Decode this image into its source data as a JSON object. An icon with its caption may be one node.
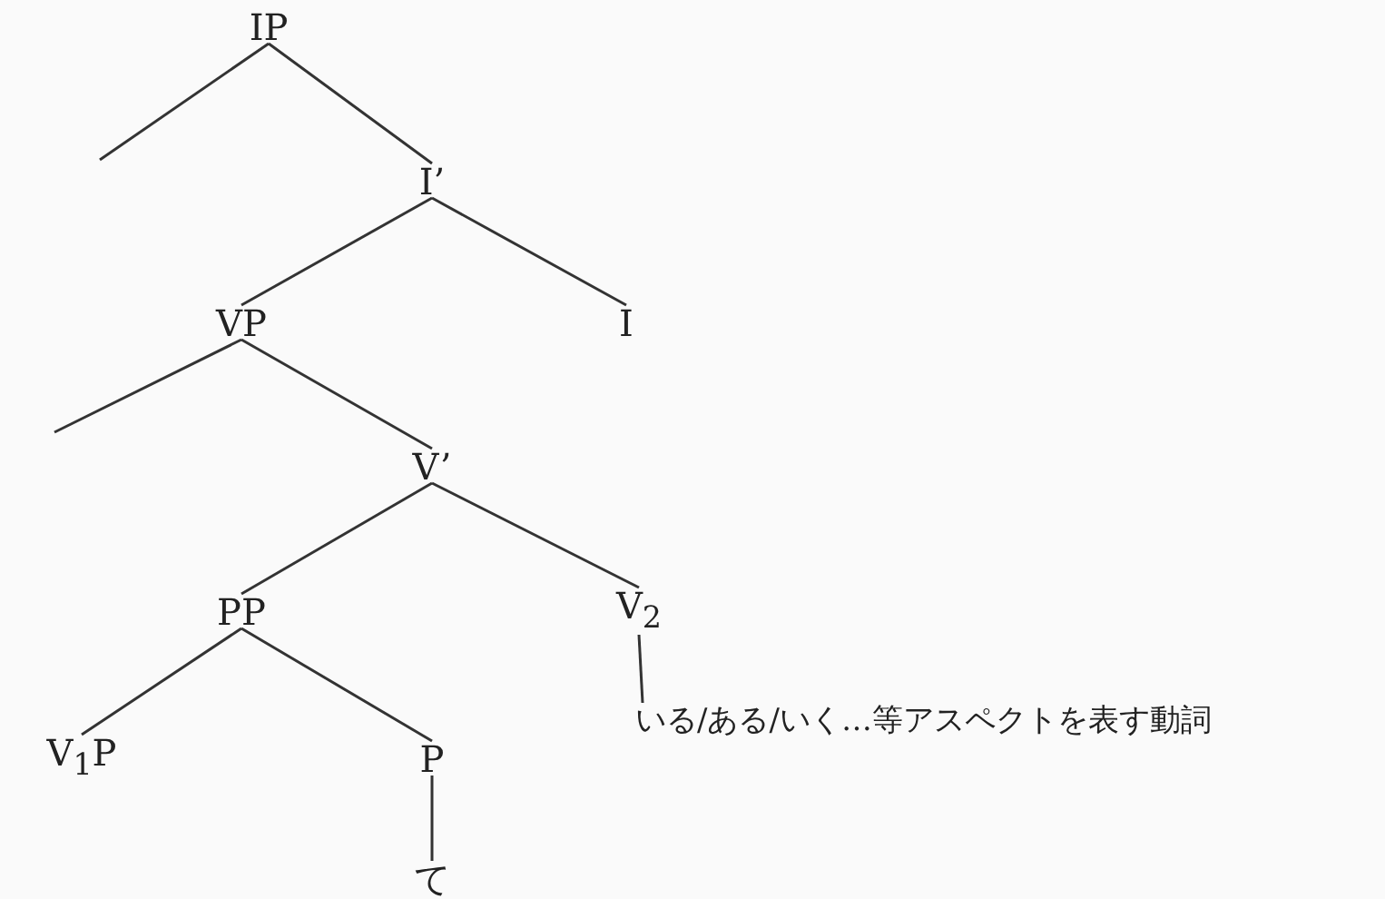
{
  "diagram": {
    "nodes": [
      {
        "text": [
          "IP"
        ]
      },
      {
        "text": [
          "I’"
        ]
      },
      {
        "text": [
          "VP"
        ]
      },
      {
        "text": [
          "I"
        ]
      },
      {
        "text": [
          "V’"
        ]
      },
      {
        "text": [
          "PP"
        ]
      },
      {
        "text": [
          "V$_{2}$"
        ]
      },
      {
        "text": [
          "V$_{1}$P"
        ]
      },
      {
        "text": [
          "P"
        ]
      },
      {
        "text": [
          "て"
        ]
      },
      {
        "text": [
          "いる/ある/いく…等アスペクトを表す動詞"
        ]
      }
    ],
    "edges": [
      {
        "from": 0,
        "to": null,
        "arrow": "none"
      },
      {
        "from": 0,
        "to": 1,
        "arrow": "none"
      },
      {
        "from": 1,
        "to": 2,
        "arrow": "none"
      },
      {
        "from": 1,
        "to": 3,
        "arrow": "none"
      },
      {
        "from": 2,
        "to": null,
        "arrow": "none"
      },
      {
        "from": 2,
        "to": 4,
        "arrow": "none"
      },
      {
        "from": 4,
        "to": 5,
        "arrow": "none"
      },
      {
        "from": 4,
        "to": 6,
        "arrow": "none"
      },
      {
        "from": 5,
        "to": 7,
        "arrow": "none"
      },
      {
        "from": 5,
        "to": 8,
        "arrow": "none"
      },
      {
        "from": 8,
        "to": 9,
        "arrow": "none"
      },
      {
        "from": 6,
        "to": 10,
        "arrow": "none"
      }
    ]
  }
}
